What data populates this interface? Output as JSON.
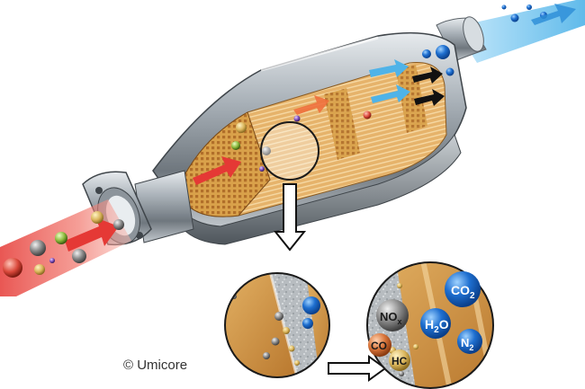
{
  "credit": "© Umicore",
  "molecules": {
    "co2": {
      "main": "CO",
      "sub": "2"
    },
    "h2o": {
      "pre": "H",
      "sub": "2",
      "post": "O"
    },
    "n2": {
      "main": "N",
      "sub": "2"
    },
    "nox": {
      "main": "NO",
      "sub": "x"
    },
    "co": {
      "main": "CO"
    },
    "hc": {
      "main": "HC"
    }
  },
  "colors": {
    "hot_gas": "#e53935",
    "clean_gas": "#4fb3e8",
    "substrate": "#d9a14a",
    "steel": "#9aa3ab",
    "co2_bubble": "#1e6fd0",
    "nox_bubble": "#8a8a8a",
    "co_bubble": "#d8743a"
  }
}
